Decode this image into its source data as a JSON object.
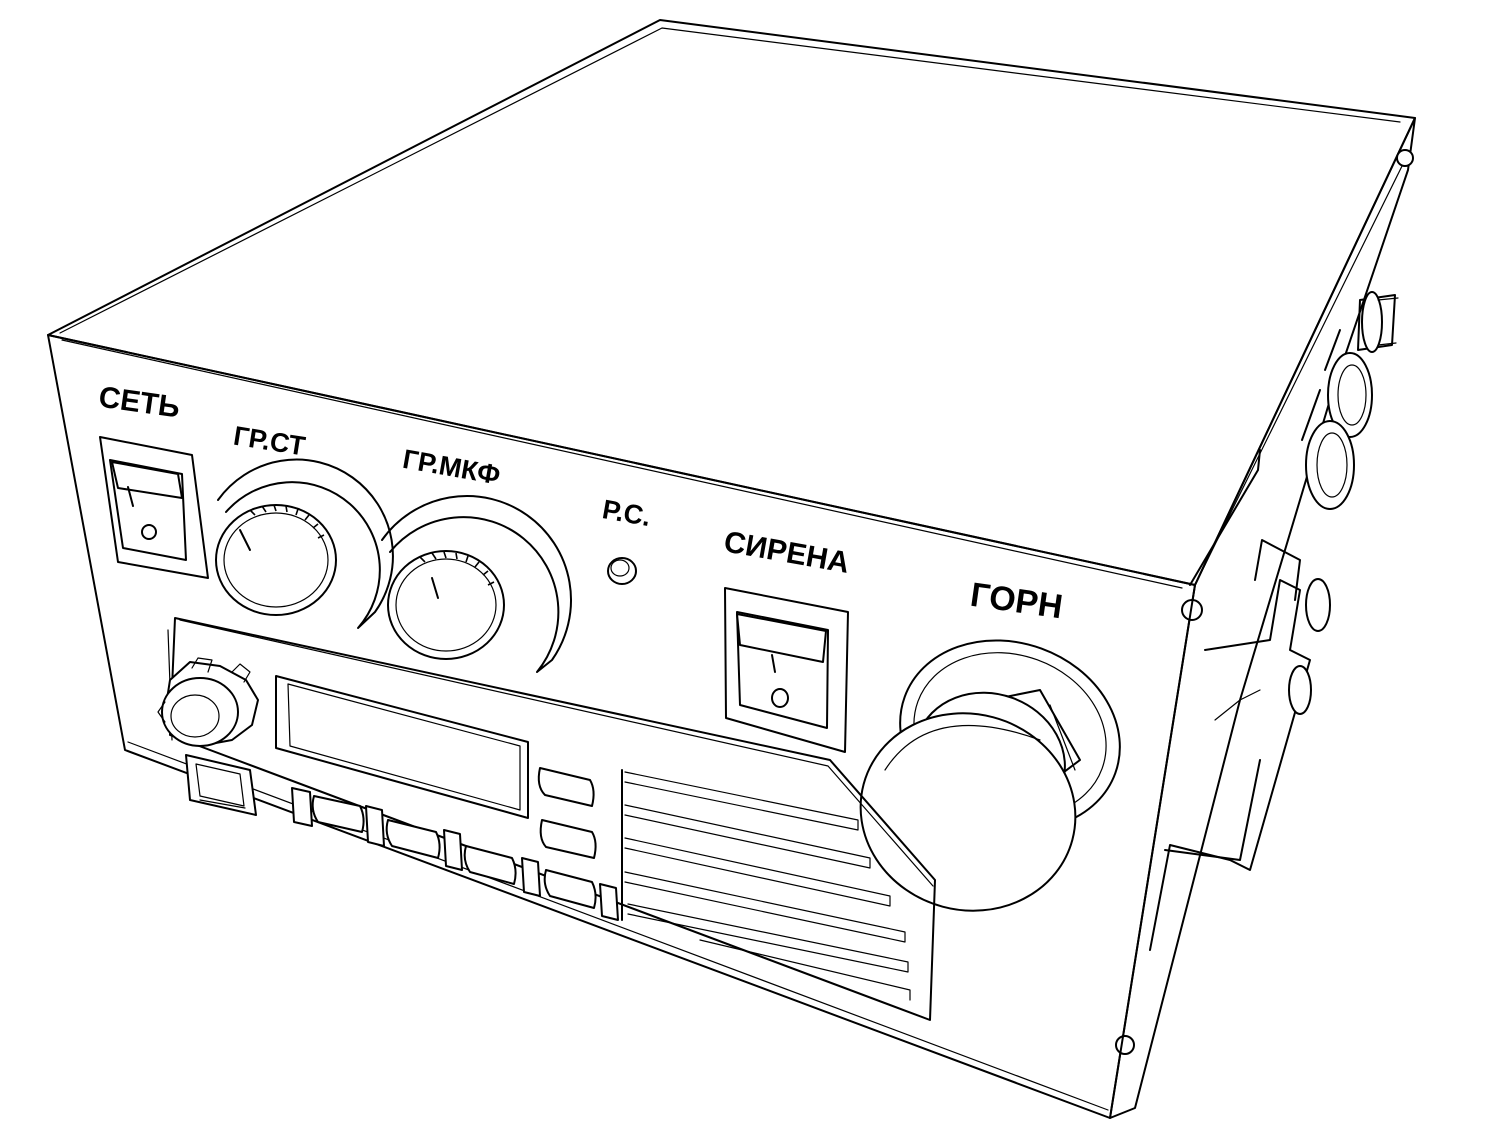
{
  "labels": {
    "power": "СЕТЬ",
    "speaker_volume": "ГР.СТ",
    "mic_volume": "ГР.МКФ",
    "radio_led": "Р.С.",
    "siren": "СИРЕНА",
    "horn": "ГОРН"
  },
  "switch_marks": {
    "on": "I",
    "off": "O"
  },
  "colors": {
    "line": "#000000",
    "background": "#ffffff"
  },
  "icons": {
    "power_switch": "rocker-switch-icon",
    "siren_switch": "rocker-switch-icon",
    "horn_button": "mushroom-button-icon",
    "knob": "rotary-knob-icon",
    "led": "indicator-led-icon"
  }
}
